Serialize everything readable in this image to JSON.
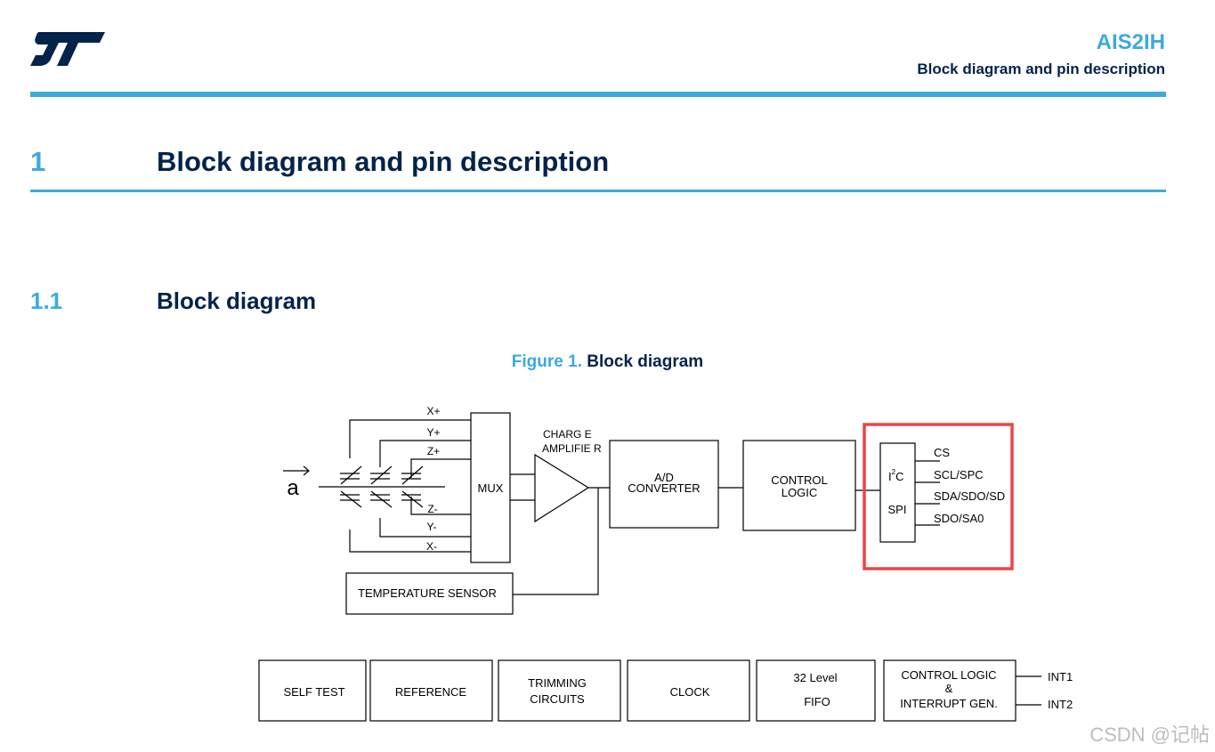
{
  "header": {
    "logo_text": "ST",
    "product": "AIS2IH",
    "subtitle": "Block diagram and pin description"
  },
  "section": {
    "number": "1",
    "title": "Block diagram and pin description"
  },
  "subsection": {
    "number": "1.1",
    "title": "Block diagram"
  },
  "figure": {
    "label": "Figure 1.",
    "title": "Block diagram"
  },
  "diagram": {
    "input_symbol": "a",
    "mux_inputs": [
      "X+",
      "Y+",
      "Z+",
      "Z-",
      "Y-",
      "X-"
    ],
    "mux": "MUX",
    "charge_amplifier": [
      "CHARG E",
      "AMPLIFIE R"
    ],
    "adc": [
      "A/D",
      "CONVERTER"
    ],
    "control_logic": [
      "CONTROL",
      "LOGIC"
    ],
    "temperature_sensor": "TEMPERATURE SENSOR",
    "interface": {
      "i2c": "I",
      "i2c_sup": "2",
      "i2c_c": "C",
      "spi": "SPI"
    },
    "pins": [
      "CS",
      "SCL/SPC",
      "SDA/SDO/SD",
      "SDO/SA0"
    ],
    "bottom_blocks": {
      "self_test": "SELF TEST",
      "reference": "REFERENCE",
      "trimming": [
        "TRIMMING",
        "CIRCUITS"
      ],
      "clock": "CLOCK",
      "fifo": [
        "32 Level",
        "FIFO"
      ],
      "interrupt": [
        "CONTROL LOGIC",
        "&",
        "INTERRUPT GEN."
      ]
    },
    "interrupt_pins": [
      "INT1",
      "INT2"
    ],
    "highlight_color": "#e8474b"
  },
  "watermark": "CSDN @记帖",
  "colors": {
    "accent": "#3caadc",
    "navy": "#03234b",
    "st_logo": "#03234b"
  }
}
